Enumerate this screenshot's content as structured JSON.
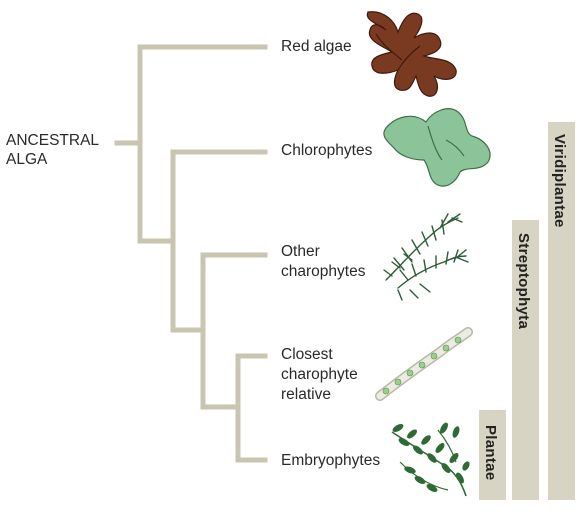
{
  "root": {
    "label": "ANCESTRAL\nALGA"
  },
  "taxa": [
    {
      "id": "red-algae",
      "label": "Red algae"
    },
    {
      "id": "chlorophytes",
      "label": "Chlorophytes"
    },
    {
      "id": "other-charophytes",
      "label": "Other\ncharophytes"
    },
    {
      "id": "closest-charophyte",
      "label": "Closest\ncharophyte\nrelative"
    },
    {
      "id": "embryophytes",
      "label": "Embryophytes"
    }
  ],
  "clades": [
    {
      "id": "viridiplantae",
      "label": "Viridiplantae"
    },
    {
      "id": "streptophyta",
      "label": "Streptophyta"
    },
    {
      "id": "plantae",
      "label": "Plantae"
    }
  ],
  "colors": {
    "branch": "#c8c6b0",
    "clade_bar": "#d7d4c3",
    "red_alga": "#7a3a22",
    "chlorophyte": "#8cc49a",
    "charophyte": "#2f5a3a",
    "fern": "#2e6b34"
  }
}
